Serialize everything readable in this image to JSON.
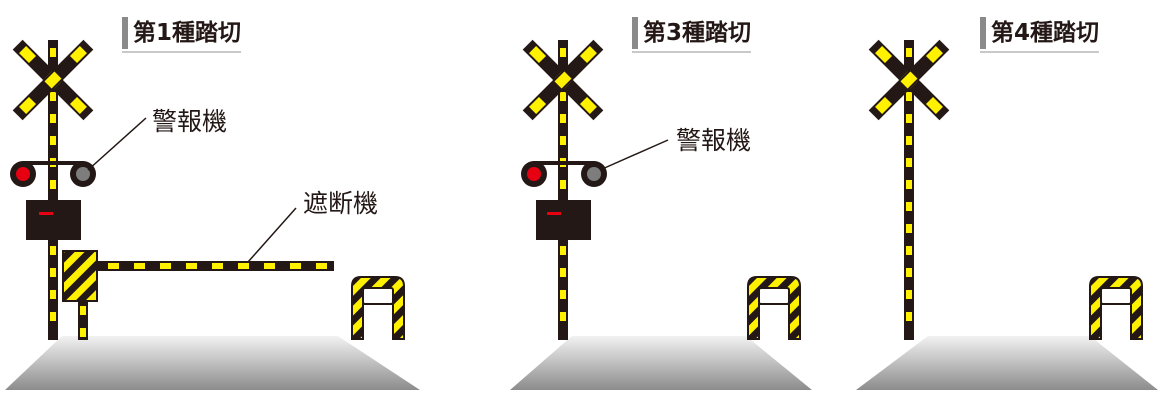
{
  "colors": {
    "black": "#231815",
    "yellow": "#fff100",
    "signal_red": "#e60012",
    "signal_gray": "#7d7d7d",
    "road_top": "#f2f2f2",
    "road_bottom": "#8c8c8c"
  },
  "panels": [
    {
      "title": "第1種踏切",
      "signal_label": "警報機",
      "barrier_label": "遮断機"
    },
    {
      "title": "第3種踏切",
      "signal_label": "警報機"
    },
    {
      "title": "第4種踏切"
    }
  ]
}
